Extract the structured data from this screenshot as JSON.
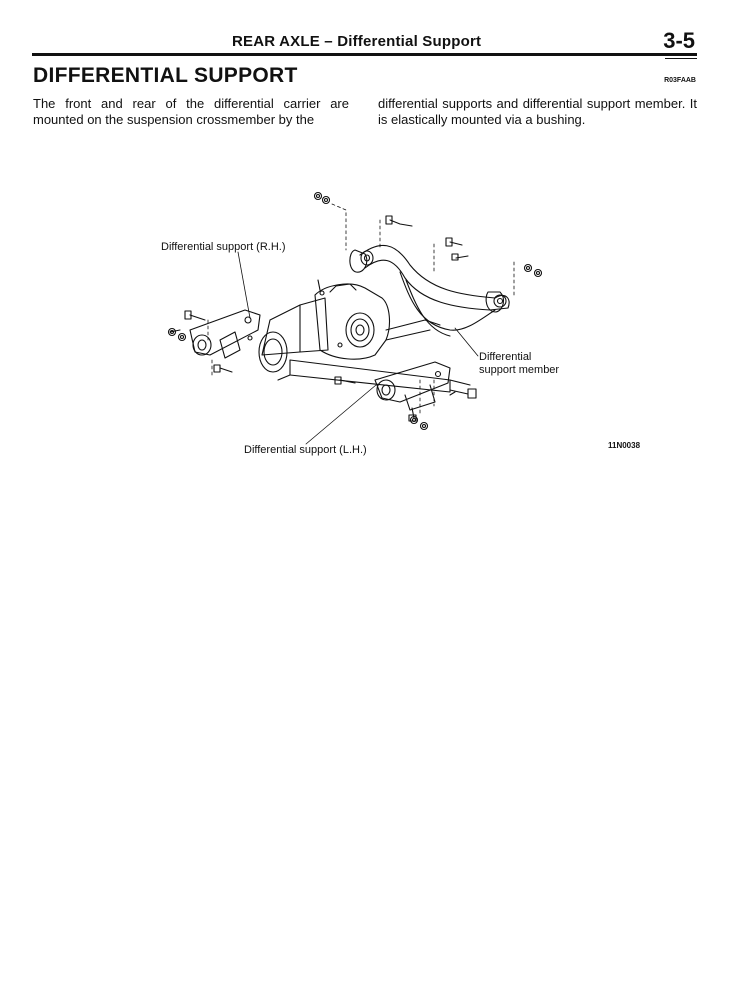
{
  "header": {
    "title": "REAR AXLE – Differential Support",
    "page_number": "3-5"
  },
  "section": {
    "title": "DIFFERENTIAL SUPPORT",
    "code": "R03FAAB"
  },
  "body": {
    "left_column": "The front and rear of the differential carrier are mounted on the suspension crossmember by the",
    "right_column": "differential supports and differential support member. It is elastically mounted via a bushing."
  },
  "figure": {
    "label_rh": "Differential support (R.H.)",
    "label_member": "Differential\nsupport member",
    "label_lh": "Differential support (L.H.)",
    "code": "11N0038"
  }
}
